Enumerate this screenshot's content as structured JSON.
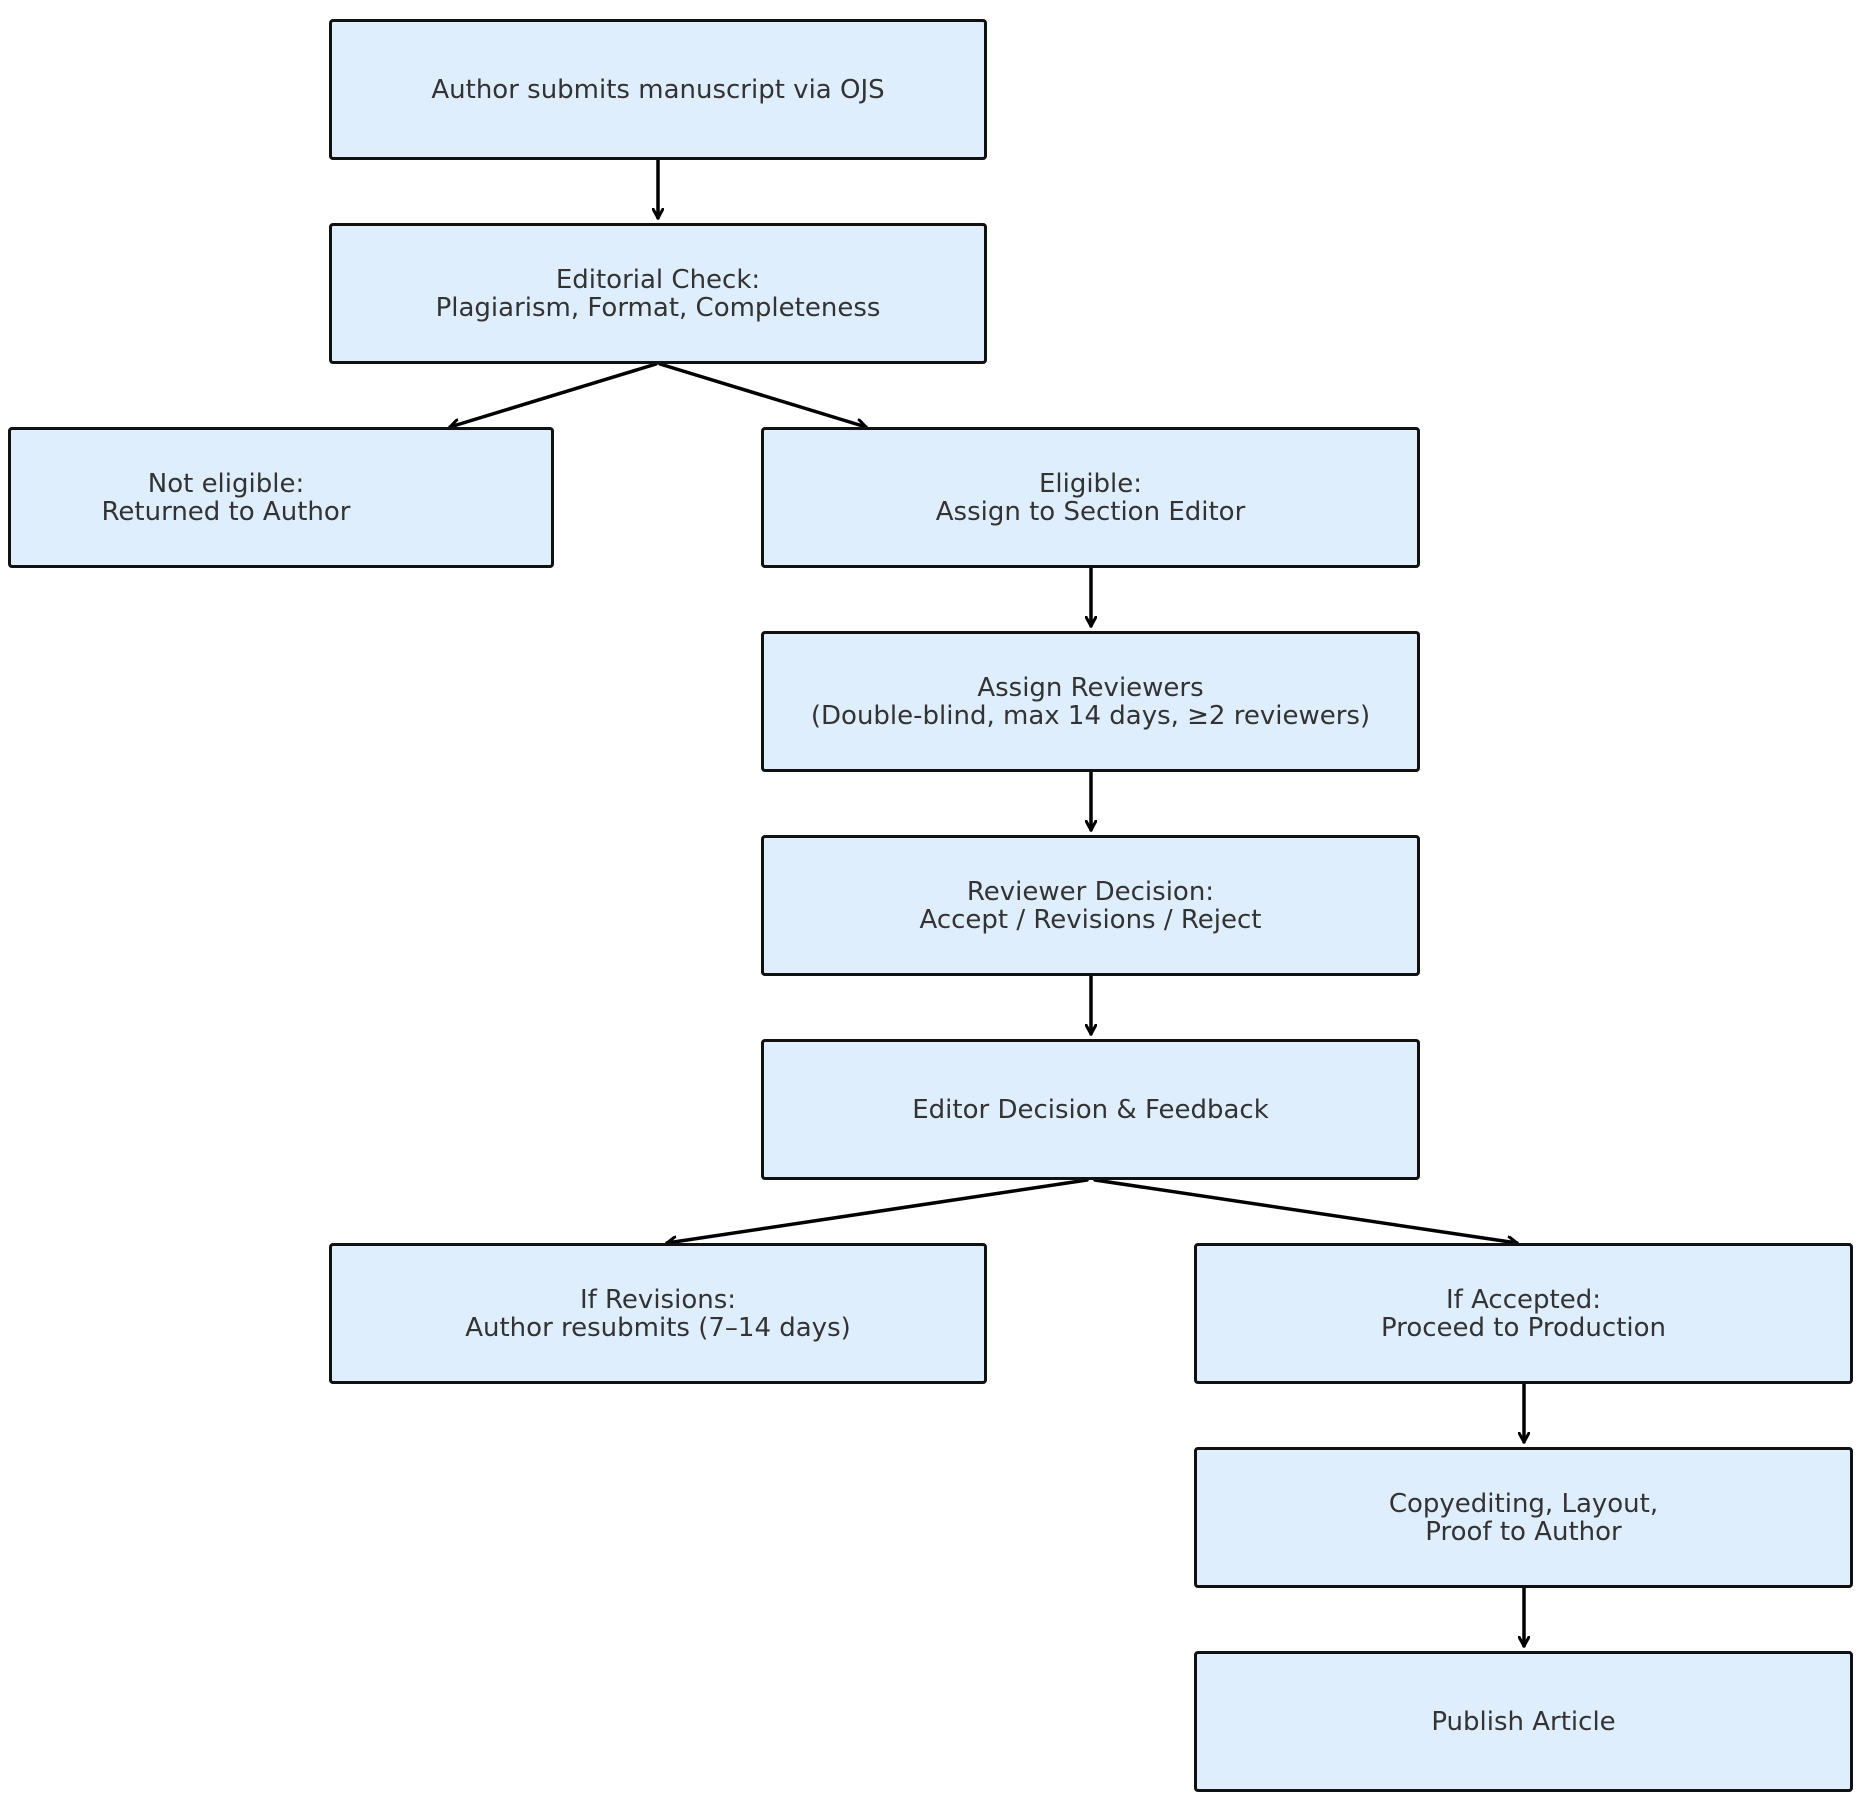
{
  "nodes": {
    "submit": "Author submits manuscript via OJS",
    "check": "Editorial Check:\nPlagiarism, Format, Completeness",
    "not_eligible": "Not eligible:\nReturned to Author",
    "eligible": "Eligible:\nAssign to Section Editor",
    "assign_reviewers": "Assign Reviewers\n(Double-blind, max 14 days, ≥2 reviewers)",
    "reviewer_decision": "Reviewer Decision:\nAccept / Revisions / Reject",
    "editor_decision": "Editor Decision & Feedback",
    "revisions": "If Revisions:\nAuthor resubmits (7–14 days)",
    "accepted": "If Accepted:\nProceed to Production",
    "copyediting": "Copyediting, Layout,\nProof to Author",
    "publish": "Publish Article"
  },
  "edges": [
    {
      "from": "submit",
      "to": "check"
    },
    {
      "from": "check",
      "to": "not_eligible"
    },
    {
      "from": "check",
      "to": "eligible"
    },
    {
      "from": "eligible",
      "to": "assign_reviewers"
    },
    {
      "from": "assign_reviewers",
      "to": "reviewer_decision"
    },
    {
      "from": "reviewer_decision",
      "to": "editor_decision"
    },
    {
      "from": "editor_decision",
      "to": "revisions"
    },
    {
      "from": "editor_decision",
      "to": "accepted"
    },
    {
      "from": "accepted",
      "to": "copyediting"
    },
    {
      "from": "copyediting",
      "to": "publish"
    }
  ],
  "colors": {
    "node_fill": "#dfeefd",
    "node_border": "#111111",
    "text": "#333333",
    "arrow": "#000000"
  }
}
